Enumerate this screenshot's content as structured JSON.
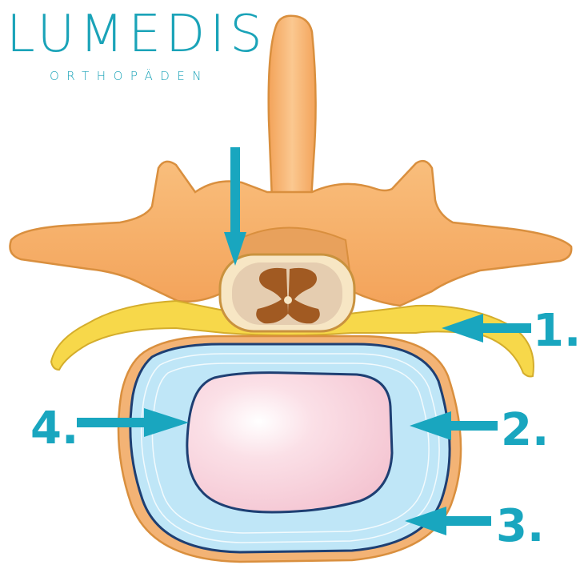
{
  "logo": {
    "wordmark": "LUMEDIS",
    "tagline": "ORTHOPÄDEN",
    "color": "#1aa3b8"
  },
  "labels": [
    "1.",
    "2.",
    "3.",
    "4."
  ],
  "colors": {
    "accent": "#19a6bf",
    "bone": "#f7b36c",
    "bone_outline": "#d98f3e",
    "nerve_yellow": "#f7d84a",
    "annulus": "#bfe6f7",
    "nucleus": "#f7cfd9",
    "disc_outline": "#1e3f73",
    "spinal_cord": "#a15a22"
  }
}
